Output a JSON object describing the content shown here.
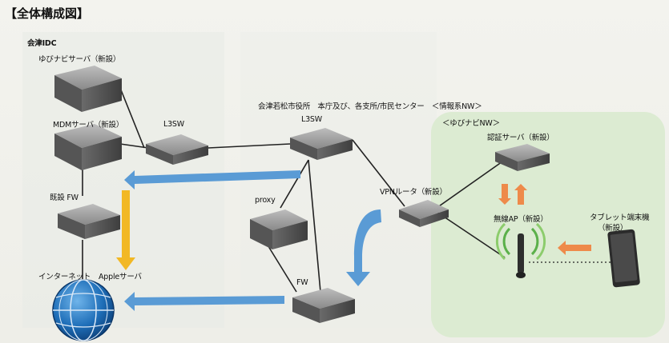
{
  "title": "【全体構成図】",
  "labels": {
    "aizu_idc": "会津IDC",
    "yubinavi_server": "ゆびナビサーバ（新設）",
    "mdm_server": "MDMサーバ（新設）",
    "l3sw_left": "L3SW",
    "existing_fw": "既設 FW",
    "internet": "インターネット",
    "apple_server": "Appleサーバ",
    "city_hall": "会津若松市役所　本庁及び、各支所/市民センター　＜情報系NW＞",
    "l3sw_city": "L3SW",
    "proxy": "proxy",
    "fw": "FW",
    "vpn_router": "VPNルータ（新設）",
    "yubinavi_nw": "＜ゆびナビNW＞",
    "auth_server": "認証サーバ（新設）",
    "wireless_ap": "無線AP（新設）",
    "tablet_line1": "タブレット端末機",
    "tablet_line2": "（新設）"
  },
  "colors": {
    "blue_arrow": "#5a9bd5",
    "yellow_arrow": "#f2b824",
    "orange_arrow": "#ee8a4a",
    "green_zone": "#dcebd2",
    "globe": "#1e6eb8"
  }
}
